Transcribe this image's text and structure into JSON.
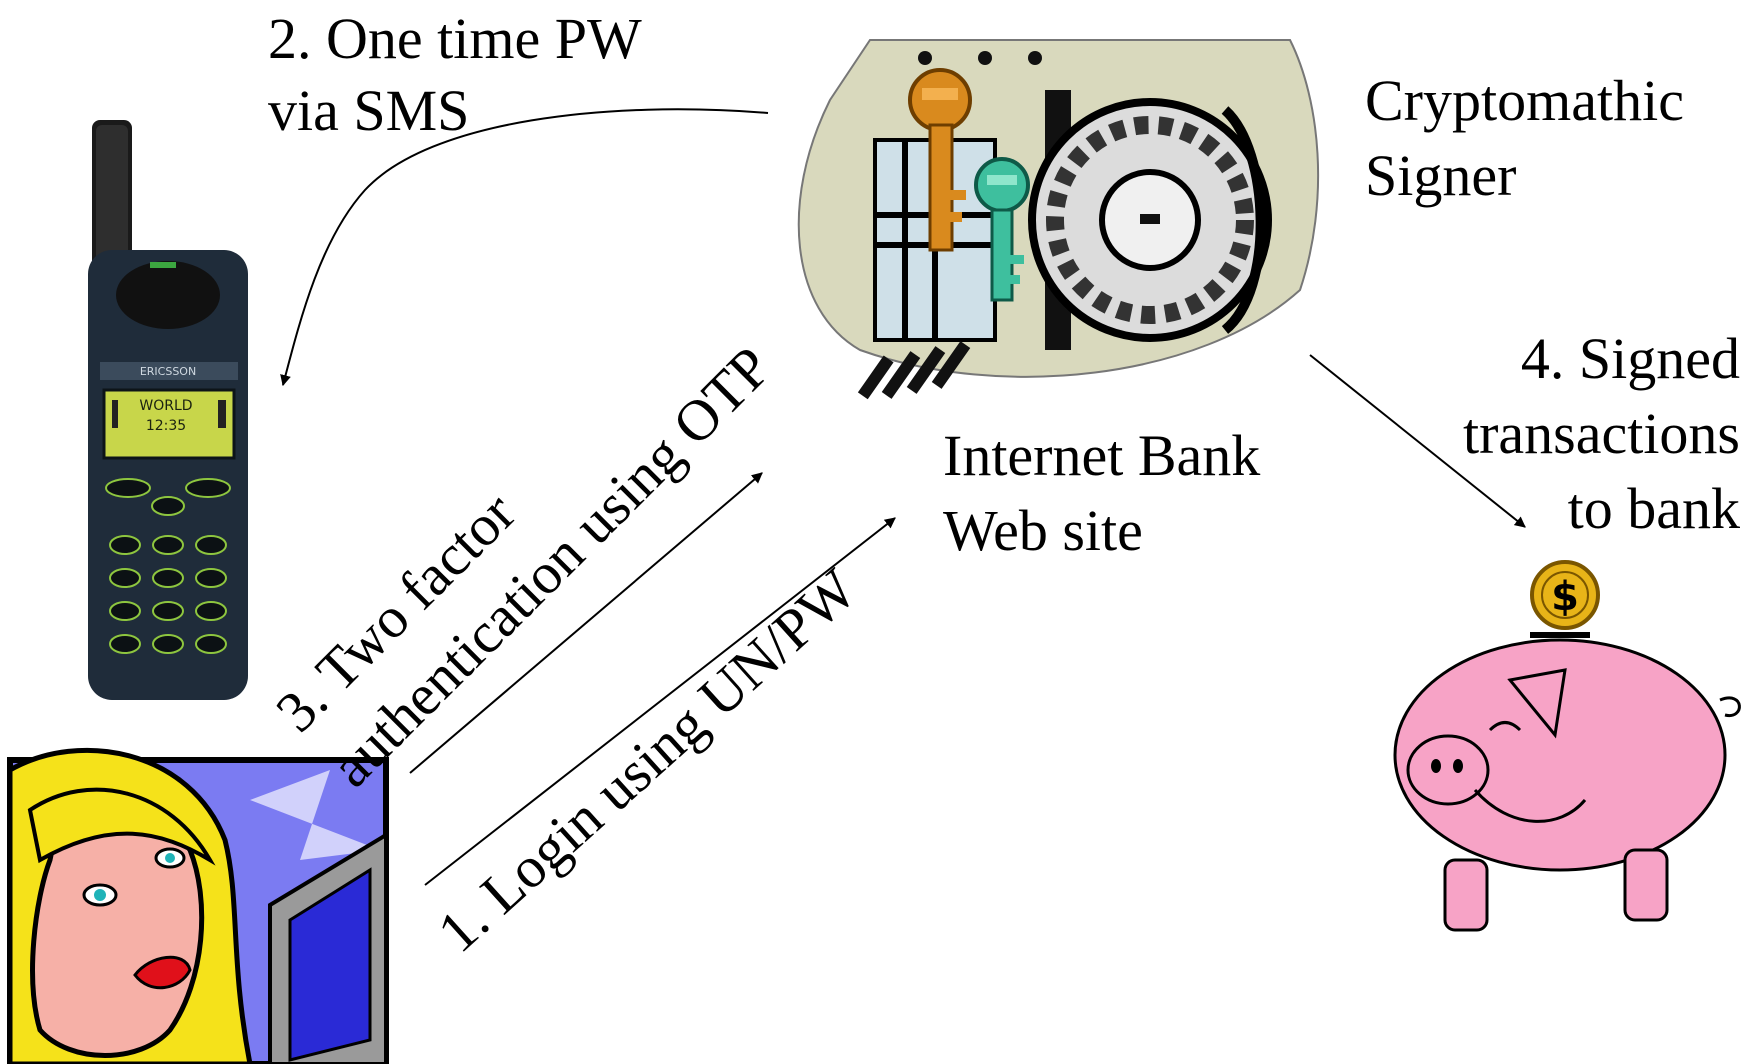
{
  "steps": {
    "sms": {
      "line1": "2. One time PW",
      "line2": "via SMS"
    },
    "login": {
      "text": "1. Login using UN/PW"
    },
    "two_factor": {
      "line1": "3. Two factor",
      "line2": "authentication using OTP"
    },
    "signed": {
      "line1": "4. Signed",
      "line2": "transactions",
      "line3": "to bank"
    }
  },
  "nodes": {
    "signer": {
      "line1": "Cryptomathic",
      "line2": "Signer"
    },
    "bank_site": {
      "line1": "Internet Bank",
      "line2": "Web site"
    },
    "phone_screen": {
      "line1": "WORLD",
      "line2": "12:35"
    },
    "coin_symbol": "$"
  },
  "colors": {
    "pig": "#f7a3c6",
    "coin": "#e8b418",
    "key_orange": "#d98a1e",
    "key_teal": "#3ebf9e",
    "vault_bg": "#d9d9bd",
    "phone_body": "#1f2c3a",
    "phone_screen": "#c8d64a",
    "user_bg": "#7b7bf2",
    "hair": "#f5e21a"
  }
}
